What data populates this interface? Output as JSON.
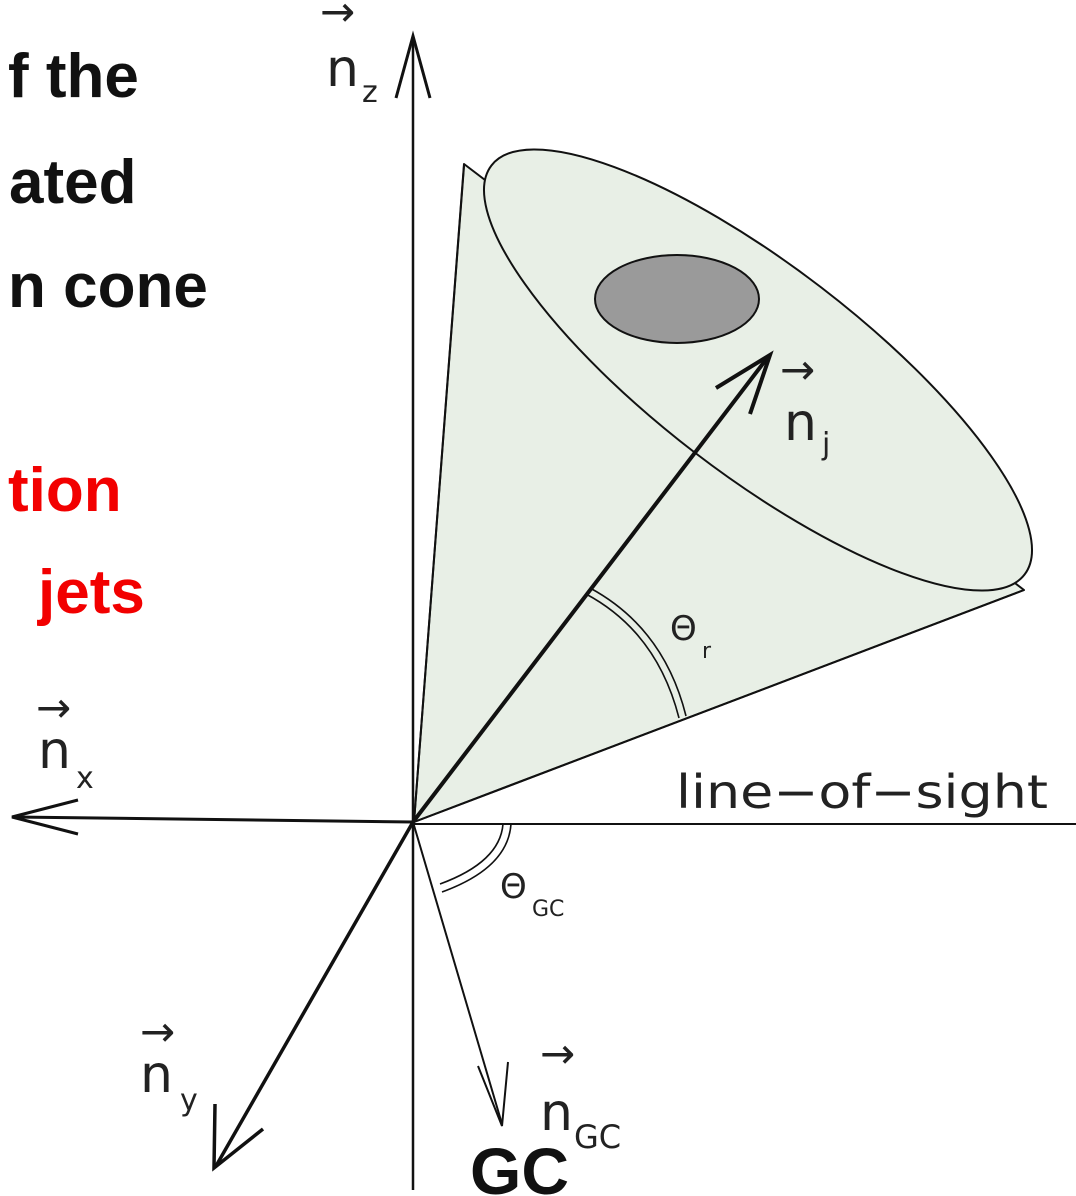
{
  "text_fragments": {
    "line1": "f the",
    "line2": "ated",
    "line3": "n cone",
    "line4": "tion",
    "line5": "jets"
  },
  "labels": {
    "nz": "n",
    "nz_sub": "z",
    "nx": "n",
    "nx_sub": "x",
    "ny": "n",
    "ny_sub": "y",
    "nj": "n",
    "nj_sub": "j",
    "ngc": "n",
    "ngc_sub": "GC",
    "theta_r": "Θ",
    "theta_r_sub": "r",
    "theta_gc": "Θ",
    "theta_gc_sub": "GC",
    "line_of_sight": "line−of−sight",
    "gc": "GC",
    "vector_arrow": "→"
  },
  "colors": {
    "cone_fill": "#e8efe6",
    "blob_fill": "#9a9a9a",
    "stroke": "#111111",
    "highlight_text": "#f20000"
  }
}
